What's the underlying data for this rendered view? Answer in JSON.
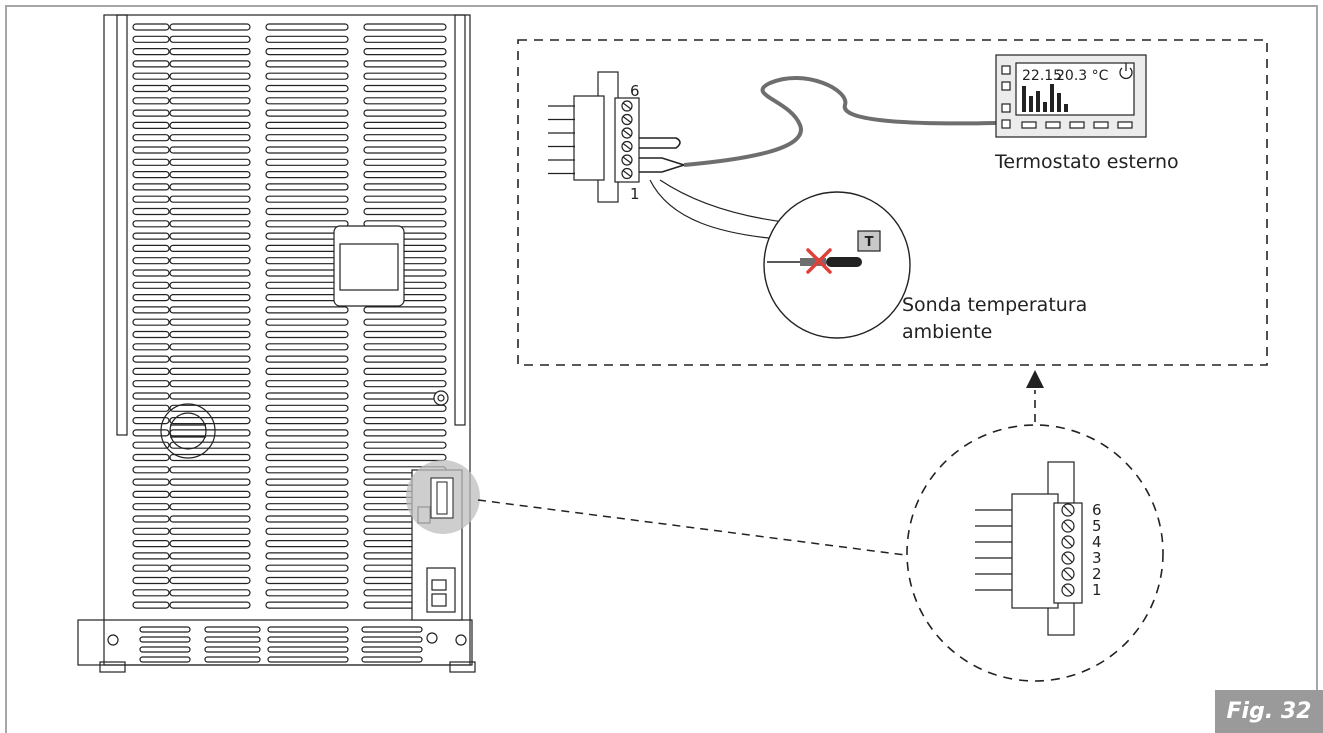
{
  "figure": {
    "label": "Fig. 32"
  },
  "thermostat": {
    "label": "Termostato esterno",
    "display_time": "22.15",
    "display_temp": "20.3 °C"
  },
  "probe": {
    "label_line1": "Sonda temperatura",
    "label_line2": "ambiente",
    "badge": "T"
  },
  "terminal_top": {
    "pin_high": "6",
    "pin_low": "1"
  },
  "terminal_detail": {
    "pins": [
      "6",
      "5",
      "4",
      "3",
      "2",
      "1"
    ]
  },
  "icons": [
    "power-icon",
    "remove-cross-icon",
    "arrow-up-icon"
  ]
}
